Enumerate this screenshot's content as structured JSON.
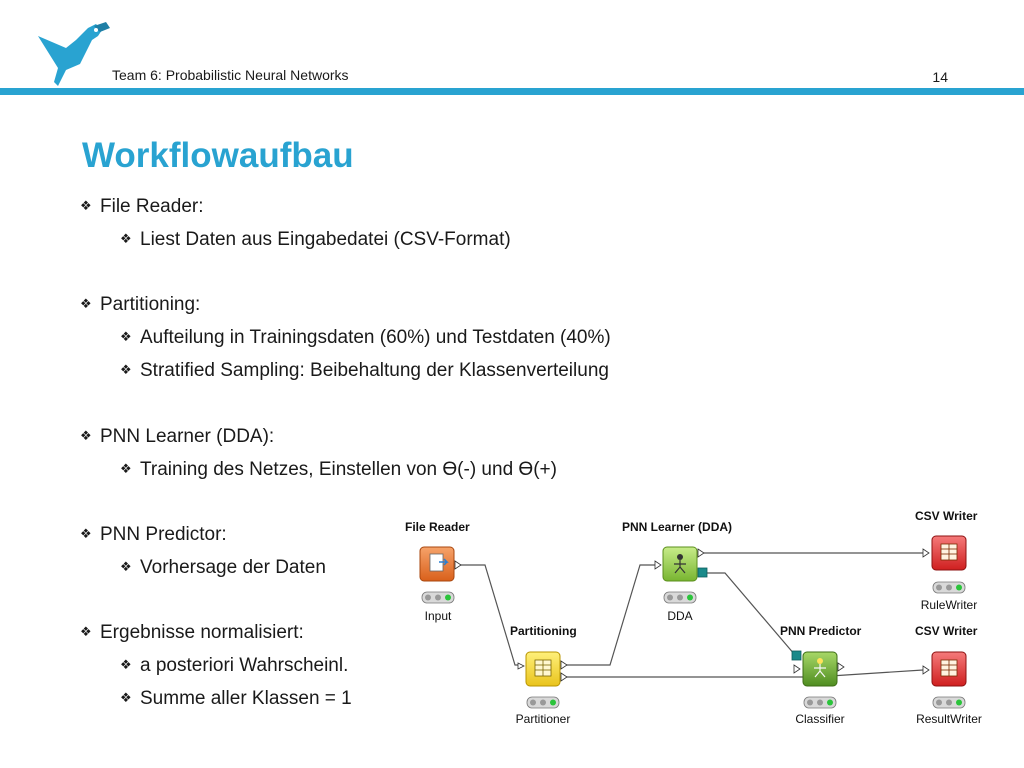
{
  "header": {
    "title": "Team 6: Probabilistic Neural Networks",
    "page_number": "14",
    "accent_color": "#29a3d1",
    "logo_icon": "bird-with-binoculars-logo"
  },
  "slide": {
    "title": "Workflowaufbau",
    "bullets": [
      {
        "label": "File Reader:",
        "sub": [
          "Liest Daten aus Eingabedatei (CSV-Format)"
        ]
      },
      {
        "label": "Partitioning:",
        "sub": [
          "Aufteilung in Trainingsdaten (60%) und Testdaten (40%)",
          "Stratified Sampling: Beibehaltung der Klassenverteilung"
        ]
      },
      {
        "label": "PNN Learner (DDA):",
        "sub": [
          "Training des Netzes, Einstellen von ϴ(-) und ϴ(+)"
        ]
      },
      {
        "label": "PNN Predictor:",
        "sub": [
          "Vorhersage der Daten"
        ]
      },
      {
        "label": "Ergebnisse normalisiert:",
        "sub": [
          "a posteriori Wahrscheinl.",
          "Summe aller Klassen = 1"
        ]
      }
    ],
    "bullet_marker": "❖"
  },
  "workflow": {
    "nodes": [
      {
        "title": "File Reader",
        "label": "Input",
        "color": "#e8772e",
        "icon": "file-reader-icon"
      },
      {
        "title": "Partitioning",
        "label": "Partitioner",
        "color": "#f2d23a",
        "icon": "table-icon"
      },
      {
        "title": "PNN Learner (DDA)",
        "label": "DDA",
        "color": "#8cc63f",
        "icon": "learner-icon"
      },
      {
        "title": "PNN Predictor",
        "label": "Classifier",
        "color": "#6ea832",
        "icon": "predictor-icon"
      },
      {
        "title": "CSV Writer",
        "label": "RuleWriter",
        "color": "#e03a3a",
        "icon": "writer-table-icon"
      },
      {
        "title": "CSV Writer",
        "label": "ResultWriter",
        "color": "#e03a3a",
        "icon": "writer-table-icon"
      }
    ]
  }
}
